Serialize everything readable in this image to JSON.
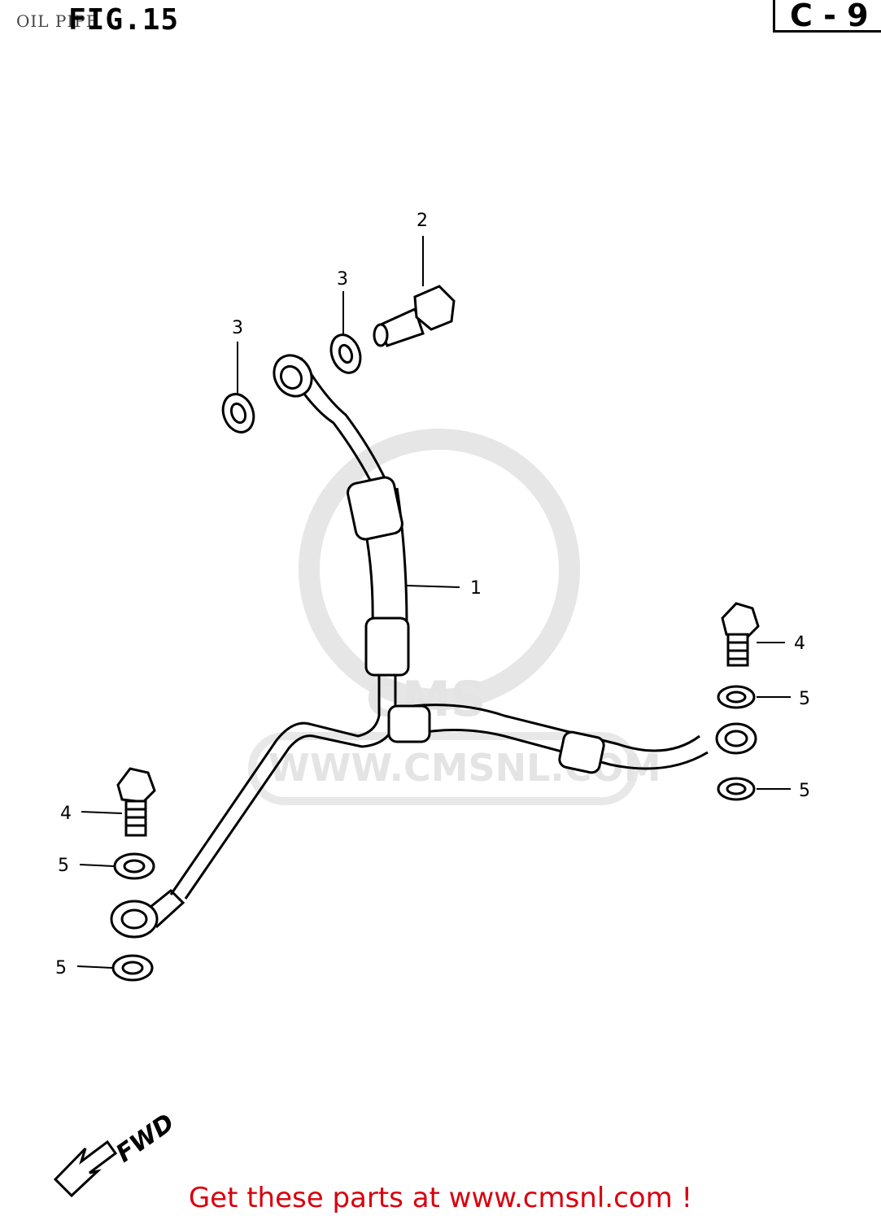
{
  "header": {
    "page_title": "OIL PIPE",
    "figure_label": "FIG.15",
    "section_code": "C - 9"
  },
  "watermark": {
    "brand": "CMS",
    "url": "WWW.CMSNL.COM"
  },
  "callouts": {
    "c1": "1",
    "c2": "2",
    "c3a": "3",
    "c3b": "3",
    "c4a": "4",
    "c4b": "4",
    "c5a": "5",
    "c5b": "5",
    "c5c": "5",
    "c5d": "5"
  },
  "direction": {
    "label": "FWD"
  },
  "footer": {
    "text": "Get these parts at www.cmsnl.com !"
  }
}
